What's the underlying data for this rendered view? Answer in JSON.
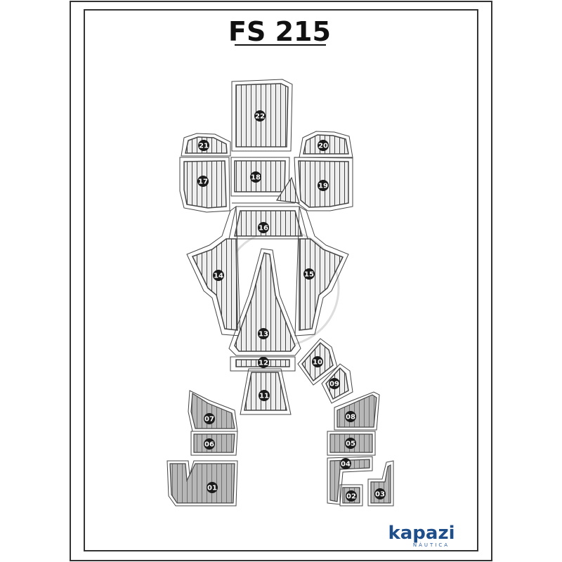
{
  "title": "FS 215",
  "brand": {
    "name": "kapazi",
    "subtitle": "NÁUTICA"
  },
  "colors": {
    "outline": "#444444",
    "light_fill": "#eeeeee",
    "plank_line": "#444444",
    "dark_fill": "#b7b7b7",
    "dark_plank_line": "#6f6f6f",
    "badge": "#1a1a1a",
    "badge_text": "#ffffff",
    "brand_text": "#1f4f8a",
    "brand_sub": "#2a5f9e",
    "watermark": "#dddddd"
  },
  "pieces": [
    {
      "id": "01",
      "label": "01",
      "tone": "dark"
    },
    {
      "id": "02",
      "label": "02",
      "tone": "dark"
    },
    {
      "id": "03",
      "label": "03",
      "tone": "dark"
    },
    {
      "id": "04",
      "label": "04",
      "tone": "dark"
    },
    {
      "id": "05",
      "label": "05",
      "tone": "dark"
    },
    {
      "id": "06",
      "label": "06",
      "tone": "dark"
    },
    {
      "id": "07",
      "label": "07",
      "tone": "dark"
    },
    {
      "id": "08",
      "label": "08",
      "tone": "dark"
    },
    {
      "id": "09",
      "label": "09",
      "tone": "light"
    },
    {
      "id": "10",
      "label": "10",
      "tone": "light"
    },
    {
      "id": "11",
      "label": "11",
      "tone": "light"
    },
    {
      "id": "12",
      "label": "12",
      "tone": "light"
    },
    {
      "id": "13",
      "label": "13",
      "tone": "light"
    },
    {
      "id": "14",
      "label": "14",
      "tone": "light"
    },
    {
      "id": "15",
      "label": "15",
      "tone": "light"
    },
    {
      "id": "16",
      "label": "16",
      "tone": "light"
    },
    {
      "id": "17",
      "label": "17",
      "tone": "light"
    },
    {
      "id": "18",
      "label": "18",
      "tone": "light"
    },
    {
      "id": "19",
      "label": "19",
      "tone": "light"
    },
    {
      "id": "20",
      "label": "20",
      "tone": "light"
    },
    {
      "id": "21",
      "label": "21",
      "tone": "light"
    },
    {
      "id": "22",
      "label": "22",
      "tone": "light"
    }
  ]
}
